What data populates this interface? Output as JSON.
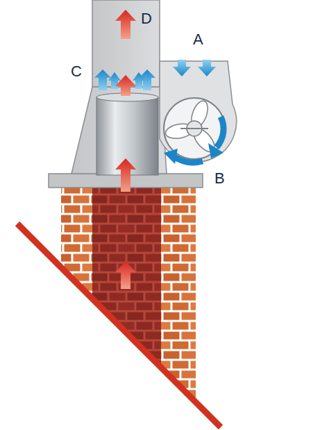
{
  "diagram": {
    "labels": [
      "D",
      "A",
      "C",
      "B"
    ]
  }
}
